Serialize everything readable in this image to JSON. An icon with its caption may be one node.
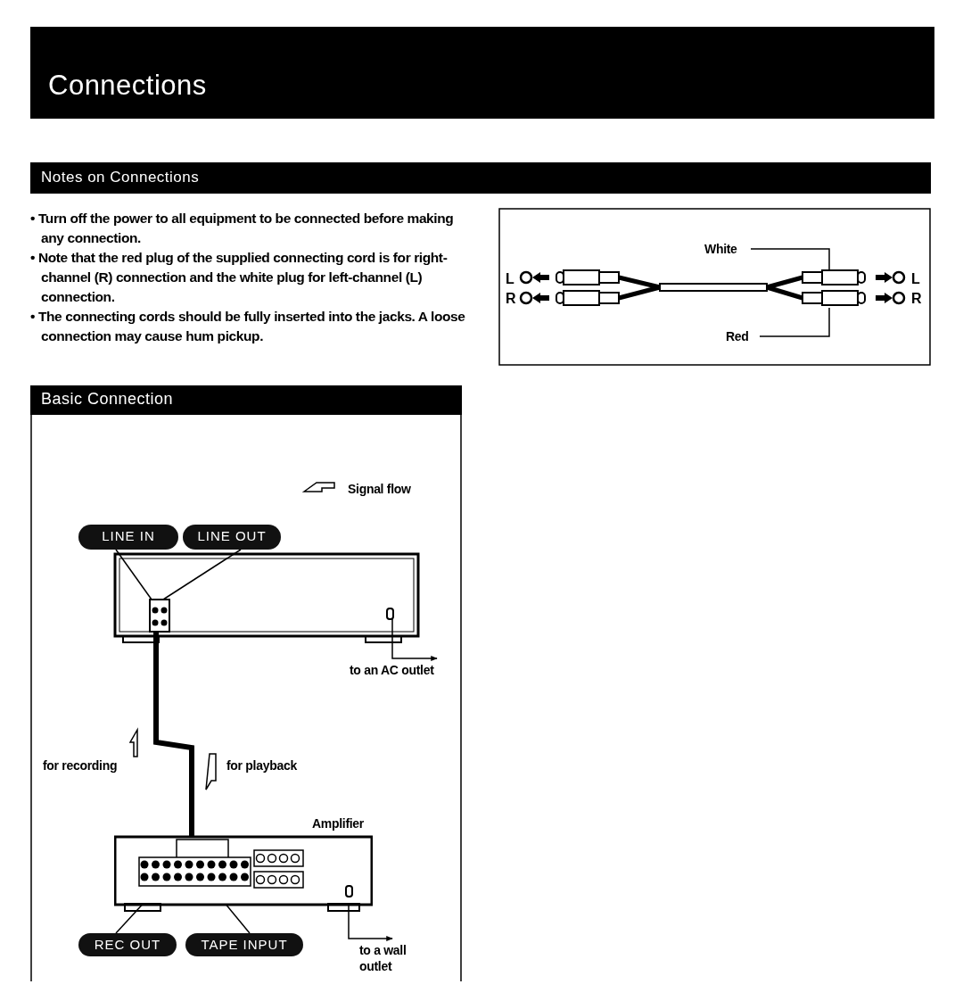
{
  "diagram": {
    "title": "Connections",
    "nodes": [
      {
        "text": [],
        "shape": "box"
      },
      {
        "text": [
          "LINE IN"
        ]
      },
      {
        "text": [
          "LINE OUT"
        ]
      },
      {
        "text": [
          "to an AC outlet"
        ]
      },
      {
        "text": [
          "Amplifier"
        ]
      },
      {
        "text": [
          "REC OUT"
        ]
      },
      {
        "text": [
          "TAPE INPUT"
        ]
      },
      {
        "text": [
          "to a wall outlet"
        ]
      },
      {
        "text": [
          "White"
        ]
      },
      {
        "text": [
          "Red"
        ]
      }
    ],
    "edges": [
      {
        "from": 1,
        "to": 0,
        "arrow": "none"
      },
      {
        "from": 2,
        "to": 0,
        "arrow": "none"
      },
      {
        "from": 0,
        "to": 3,
        "arrow": "to"
      },
      {
        "from": 0,
        "to": 4,
        "arrow": "none",
        "style": "thick"
      },
      {
        "from": 4,
        "to": 7,
        "arrow": "to"
      },
      {
        "from": 5,
        "to": 4,
        "arrow": "none"
      },
      {
        "from": 6,
        "to": 4,
        "arrow": "none"
      },
      {
        "from": 8,
        "to": null,
        "arrow": "none"
      },
      {
        "from": 9,
        "to": null,
        "arrow": "none"
      }
    ],
    "labels": [
      "Notes on Connections",
      "• Turn off the power to all equipment to be connected before making any connection.",
      "• Note that the red plug of the supplied connecting cord is for right-channel (R) connection and the white plug for left-channel (L) connection.",
      "• The connecting cords should be fully inserted into the jacks. A loose connection may cause hum pickup.",
      "L",
      "R",
      "L",
      "R",
      "Basic Connection",
      "for recording",
      "for playback"
    ],
    "legend": [
      {
        "text": "Signal flow"
      }
    ]
  }
}
